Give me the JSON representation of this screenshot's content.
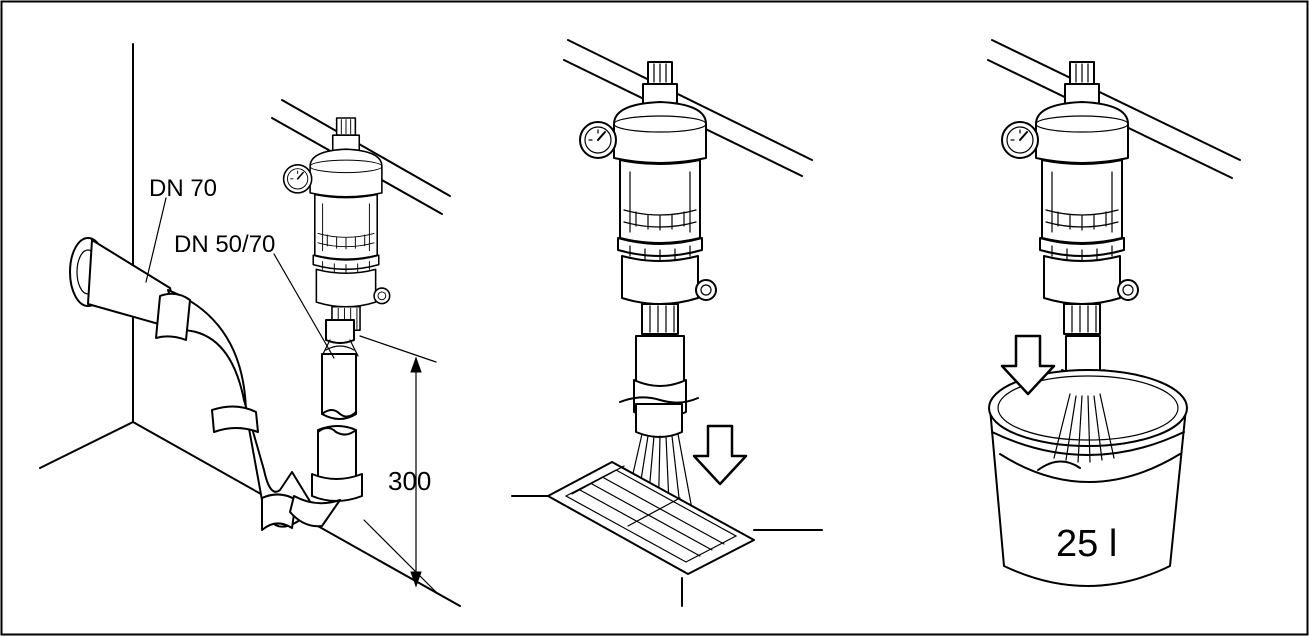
{
  "labels": {
    "dn70": "DN 70",
    "dn5070": "DN 50/70",
    "height": "300",
    "bucket": "25 l"
  },
  "icons": [
    "filter-unit-icon",
    "pressure-gauge-icon",
    "down-arrow-icon",
    "floor-drain-icon",
    "bucket-icon",
    "siphon-pipe-icon"
  ]
}
